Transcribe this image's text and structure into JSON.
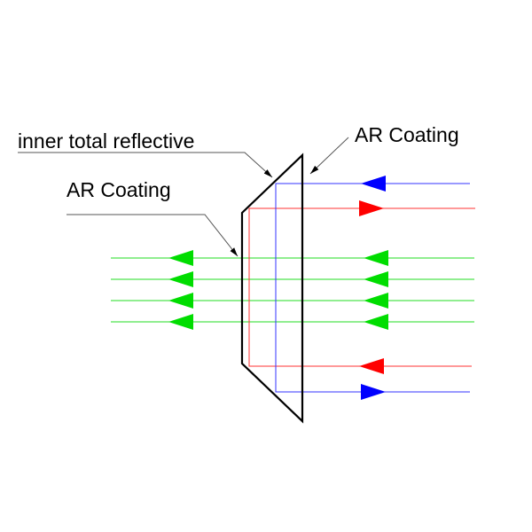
{
  "labels": {
    "inner_total_reflective": "inner total reflective",
    "ar_coating_right": "AR Coating",
    "ar_coating_left": "AR Coating"
  },
  "colors": {
    "prism": "#000000",
    "blue_ray": "#0000ff",
    "red_ray": "#ff0000",
    "green_ray": "#00dd00",
    "leader": "#555555"
  }
}
